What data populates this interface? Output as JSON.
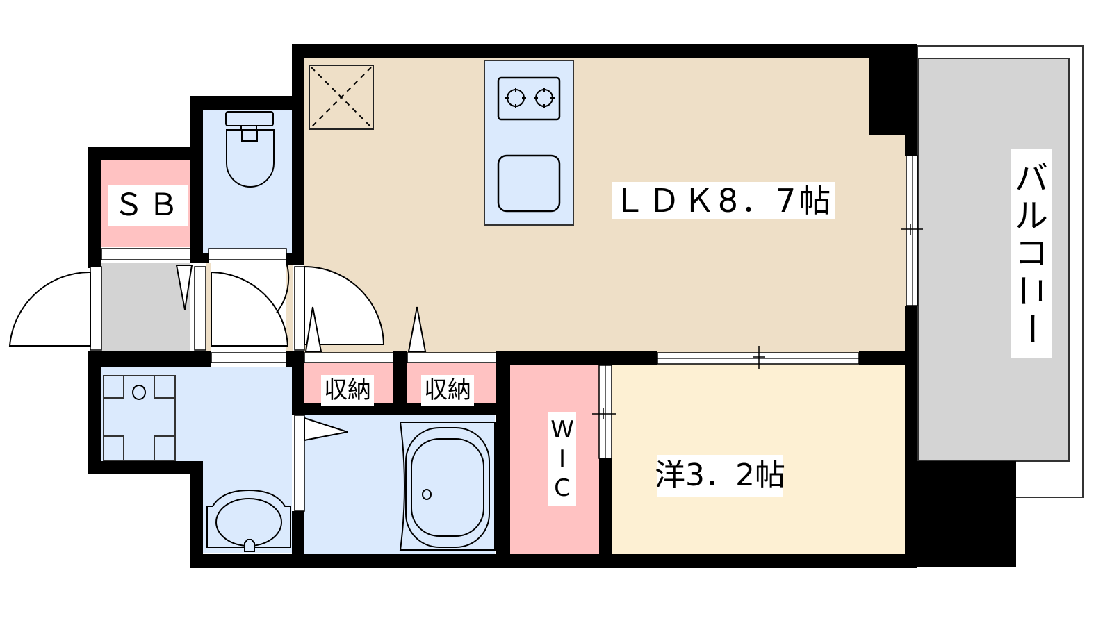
{
  "floor_plan": {
    "layout_type": "1LDK + WIC + SB",
    "colors": {
      "wall": "#000000",
      "ldk_floor": "#EEDFC7",
      "western_room_floor": "#FDF0D3",
      "storage_pink": "#FFC2C2",
      "wet_area_blue": "#DBEAFD",
      "balcony_gray": "#D4D4D4",
      "entrance_gray": "#D3D3D3"
    },
    "rooms": {
      "ldk": {
        "label": "ＬＤＫ8．7帖",
        "area_jo": 8.7
      },
      "western_room": {
        "label": "洋3．2帖",
        "area_jo": 3.2
      },
      "balcony": {
        "label": "バルコニー",
        "chars": [
          "バ",
          "ル",
          "コ",
          "ニ",
          "ー"
        ]
      },
      "wic": {
        "label": "WIC",
        "chars": [
          "W",
          "I",
          "C"
        ]
      },
      "shoe_box": {
        "label": "ＳＢ"
      },
      "storage_1": {
        "label": "収納"
      },
      "storage_2": {
        "label": "収納"
      }
    },
    "fixtures": [
      "refrigerator-space",
      "two-burner-stove",
      "kitchen-sink",
      "toilet",
      "washing-machine-pan",
      "washbasin",
      "bathtub"
    ]
  }
}
